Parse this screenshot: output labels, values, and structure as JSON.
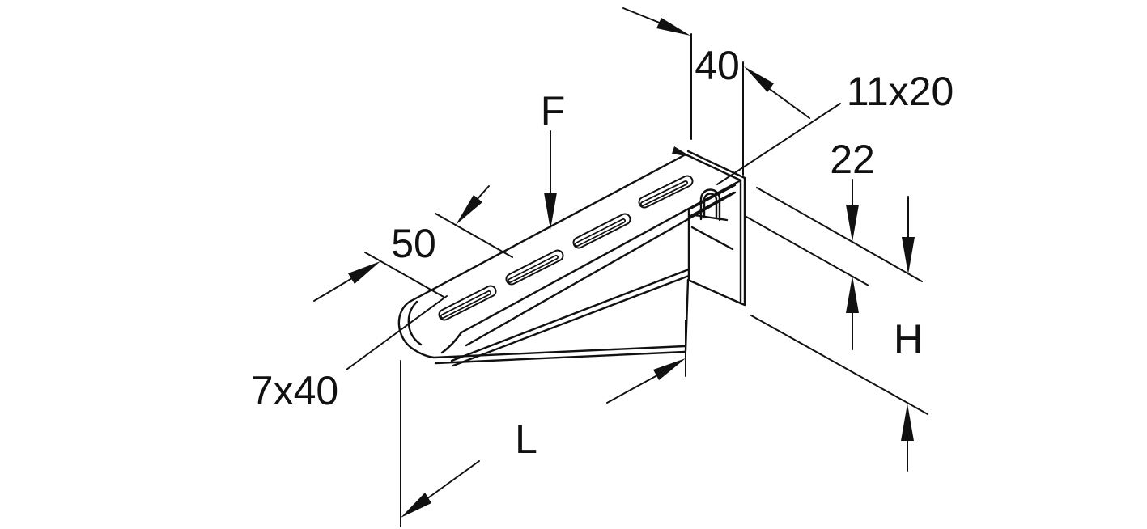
{
  "drawing": {
    "type": "isometric technical drawing of wall bracket with dimension annotations",
    "labels": {
      "force": "F",
      "slot_pitch": "50",
      "slot_size": "7x40",
      "plate_depth": "40",
      "keyhole_size": "11x20",
      "keyhole_offset": "22",
      "bracket_height": "H",
      "bracket_length": "L"
    },
    "colors": {
      "line": "#111111",
      "background": "#ffffff"
    }
  }
}
